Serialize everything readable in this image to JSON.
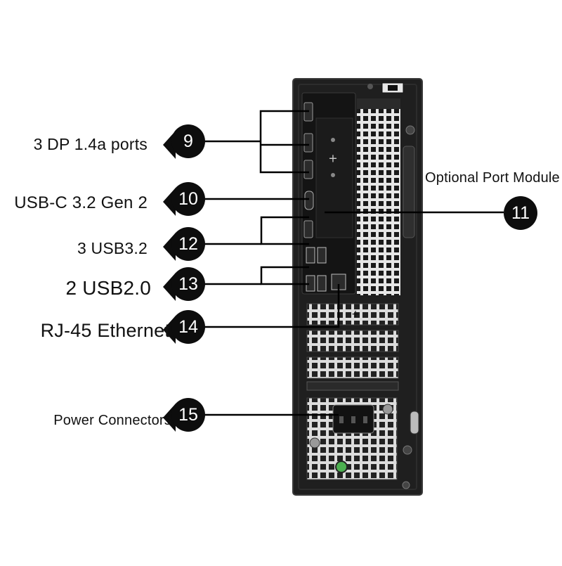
{
  "callouts": [
    {
      "number": "9",
      "label": "3 DP 1.4a ports"
    },
    {
      "number": "10",
      "label": "USB-C 3.2 Gen 2"
    },
    {
      "number": "11",
      "label": "Optional Port Module"
    },
    {
      "number": "12",
      "label": "3 USB3.2"
    },
    {
      "number": "13",
      "label": "2 USB2.0"
    },
    {
      "number": "14",
      "label": "RJ-45 Ethernet"
    },
    {
      "number": "15",
      "label": "Power Connectors"
    }
  ],
  "colors": {
    "chassis": "#1f1f1f",
    "chassis_edge": "#2c2c2c",
    "badge": "#0d0d0d",
    "leader_line": "#000000",
    "power_led": "#4caf50",
    "grille": "#e6e6e6"
  },
  "icons": [
    "displayport-icon",
    "usb-c-icon",
    "usb-a-icon",
    "ethernet-icon",
    "power-socket-icon",
    "screw-icon"
  ]
}
